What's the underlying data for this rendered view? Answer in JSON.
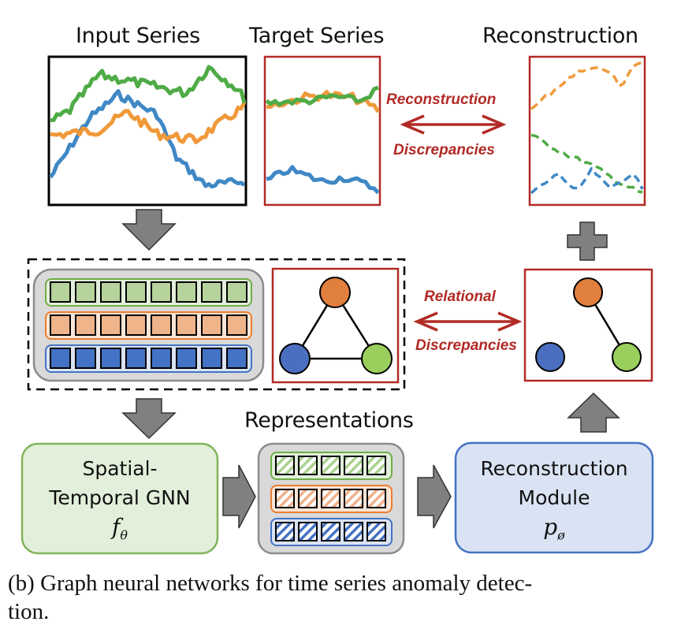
{
  "figure": {
    "titles": {
      "input_series": "Input Series",
      "target_series": "Target Series",
      "reconstruction": "Reconstruction",
      "representations": "Representations"
    },
    "annotations": {
      "reconstruction_discrepancies": [
        "Reconstruction",
        "Discrepancies"
      ],
      "relational_discrepancies": [
        "Relational",
        "Discrepancies"
      ]
    },
    "modules": {
      "encoder": {
        "lines": [
          "Spatial-",
          "Temporal GNN"
        ],
        "symbol": "f",
        "subscript": "θ"
      },
      "decoder": {
        "lines": [
          "Reconstruction",
          "Module"
        ],
        "symbol": "p",
        "subscript": "ø"
      }
    },
    "series_colors": {
      "green": "#4fab46",
      "orange": "#f0993a",
      "blue": "#3f88c5"
    },
    "node_colors": {
      "orange": "#e07f3e",
      "blue": "#4b6fc0",
      "green": "#9bcf5d"
    },
    "annotation_color": "#b22a25",
    "embedding_rows": {
      "input_cells_per_row": 8,
      "representation_cells_per_row": 5,
      "rows": [
        "green",
        "orange",
        "blue"
      ]
    },
    "graphs": {
      "learned": {
        "nodes": [
          "orange",
          "blue",
          "green"
        ],
        "edges": [
          [
            "orange",
            "blue"
          ],
          [
            "orange",
            "green"
          ],
          [
            "blue",
            "green"
          ]
        ]
      },
      "reconstructed": {
        "nodes": [
          "orange",
          "blue",
          "green"
        ],
        "edges": [
          [
            "orange",
            "green"
          ]
        ]
      }
    },
    "operator": "+"
  },
  "caption": {
    "line1": "(b) Graph neural networks for time series anomaly detec-",
    "line2": "tion."
  }
}
